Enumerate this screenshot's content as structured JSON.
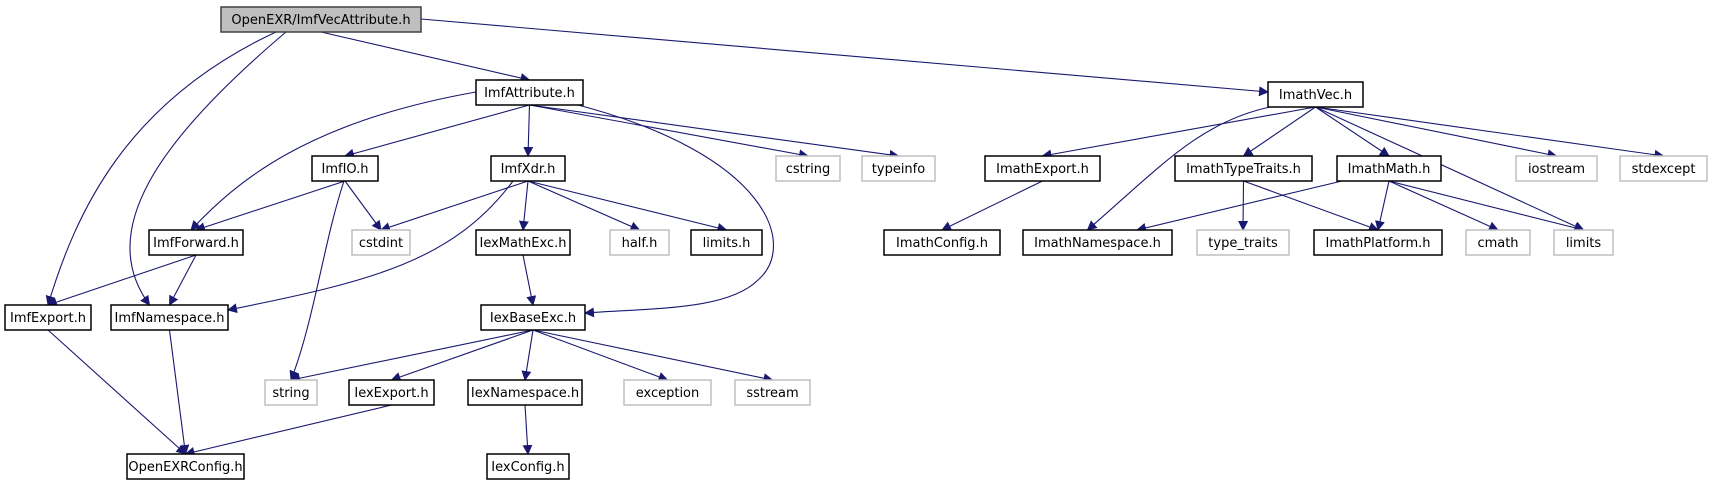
{
  "title": "OpenEXR/ImfVecAttribute.h",
  "colors": {
    "root_fill": "#bfbfbf",
    "node_fill": "#ffffff",
    "node_border": "#000000",
    "system_border": "#bfbfbf",
    "edge": "#191970"
  },
  "nodes": [
    {
      "id": "root",
      "label": "OpenEXR/ImfVecAttribute.h",
      "kind": "root"
    },
    {
      "id": "ImfAttribute",
      "label": "ImfAttribute.h",
      "kind": "header"
    },
    {
      "id": "ImathVec",
      "label": "ImathVec.h",
      "kind": "header"
    },
    {
      "id": "ImfIO",
      "label": "ImfIO.h",
      "kind": "header"
    },
    {
      "id": "ImfXdr",
      "label": "ImfXdr.h",
      "kind": "header"
    },
    {
      "id": "cstring",
      "label": "cstring",
      "kind": "system"
    },
    {
      "id": "typeinfo",
      "label": "typeinfo",
      "kind": "system"
    },
    {
      "id": "ImathExport",
      "label": "ImathExport.h",
      "kind": "header"
    },
    {
      "id": "ImathTypeTraits",
      "label": "ImathTypeTraits.h",
      "kind": "header"
    },
    {
      "id": "ImathMath",
      "label": "ImathMath.h",
      "kind": "header"
    },
    {
      "id": "iostream",
      "label": "iostream",
      "kind": "system"
    },
    {
      "id": "stdexcept",
      "label": "stdexcept",
      "kind": "system"
    },
    {
      "id": "ImfForward",
      "label": "ImfForward.h",
      "kind": "header"
    },
    {
      "id": "cstdint",
      "label": "cstdint",
      "kind": "system"
    },
    {
      "id": "IexMathExc",
      "label": "IexMathExc.h",
      "kind": "header"
    },
    {
      "id": "half",
      "label": "half.h",
      "kind": "system"
    },
    {
      "id": "limitsh",
      "label": "limits.h",
      "kind": "header"
    },
    {
      "id": "ImathConfig",
      "label": "ImathConfig.h",
      "kind": "header"
    },
    {
      "id": "ImathNamespace",
      "label": "ImathNamespace.h",
      "kind": "header"
    },
    {
      "id": "type_traits",
      "label": "type_traits",
      "kind": "system"
    },
    {
      "id": "ImathPlatform",
      "label": "ImathPlatform.h",
      "kind": "header"
    },
    {
      "id": "cmath",
      "label": "cmath",
      "kind": "system"
    },
    {
      "id": "limits",
      "label": "limits",
      "kind": "system"
    },
    {
      "id": "ImfExport",
      "label": "ImfExport.h",
      "kind": "header"
    },
    {
      "id": "ImfNamespace",
      "label": "ImfNamespace.h",
      "kind": "header"
    },
    {
      "id": "IexBaseExc",
      "label": "IexBaseExc.h",
      "kind": "header"
    },
    {
      "id": "string",
      "label": "string",
      "kind": "system"
    },
    {
      "id": "IexExport",
      "label": "IexExport.h",
      "kind": "header"
    },
    {
      "id": "IexNamespace",
      "label": "IexNamespace.h",
      "kind": "header"
    },
    {
      "id": "exception",
      "label": "exception",
      "kind": "system"
    },
    {
      "id": "sstream",
      "label": "sstream",
      "kind": "system"
    },
    {
      "id": "OpenEXRConfig",
      "label": "OpenEXRConfig.h",
      "kind": "header"
    },
    {
      "id": "IexConfig",
      "label": "IexConfig.h",
      "kind": "header"
    }
  ],
  "edges": [
    [
      "root",
      "ImfAttribute"
    ],
    [
      "root",
      "ImathVec"
    ],
    [
      "root",
      "ImfExport"
    ],
    [
      "root",
      "ImfNamespace"
    ],
    [
      "ImfAttribute",
      "ImfIO"
    ],
    [
      "ImfAttribute",
      "ImfXdr"
    ],
    [
      "ImfAttribute",
      "ImfForward"
    ],
    [
      "ImfAttribute",
      "cstring"
    ],
    [
      "ImfAttribute",
      "typeinfo"
    ],
    [
      "ImfAttribute",
      "IexBaseExc"
    ],
    [
      "ImfIO",
      "ImfForward"
    ],
    [
      "ImfIO",
      "cstdint"
    ],
    [
      "ImfIO",
      "string"
    ],
    [
      "ImfXdr",
      "cstdint"
    ],
    [
      "ImfXdr",
      "IexMathExc"
    ],
    [
      "ImfXdr",
      "half"
    ],
    [
      "ImfXdr",
      "limitsh"
    ],
    [
      "ImfXdr",
      "ImfNamespace"
    ],
    [
      "ImfForward",
      "ImfExport"
    ],
    [
      "ImfForward",
      "ImfNamespace"
    ],
    [
      "ImfExport",
      "OpenEXRConfig"
    ],
    [
      "ImfNamespace",
      "OpenEXRConfig"
    ],
    [
      "IexMathExc",
      "IexBaseExc"
    ],
    [
      "IexBaseExc",
      "string"
    ],
    [
      "IexBaseExc",
      "IexExport"
    ],
    [
      "IexBaseExc",
      "IexNamespace"
    ],
    [
      "IexBaseExc",
      "exception"
    ],
    [
      "IexBaseExc",
      "sstream"
    ],
    [
      "IexExport",
      "OpenEXRConfig"
    ],
    [
      "IexNamespace",
      "IexConfig"
    ],
    [
      "ImathVec",
      "ImathExport"
    ],
    [
      "ImathVec",
      "ImathNamespace"
    ],
    [
      "ImathVec",
      "ImathTypeTraits"
    ],
    [
      "ImathVec",
      "ImathMath"
    ],
    [
      "ImathVec",
      "iostream"
    ],
    [
      "ImathVec",
      "stdexcept"
    ],
    [
      "ImathVec",
      "limits"
    ],
    [
      "ImathExport",
      "ImathConfig"
    ],
    [
      "ImathTypeTraits",
      "type_traits"
    ],
    [
      "ImathTypeTraits",
      "ImathPlatform"
    ],
    [
      "ImathMath",
      "ImathNamespace"
    ],
    [
      "ImathMath",
      "ImathPlatform"
    ],
    [
      "ImathMath",
      "cmath"
    ],
    [
      "ImathMath",
      "limits"
    ]
  ]
}
